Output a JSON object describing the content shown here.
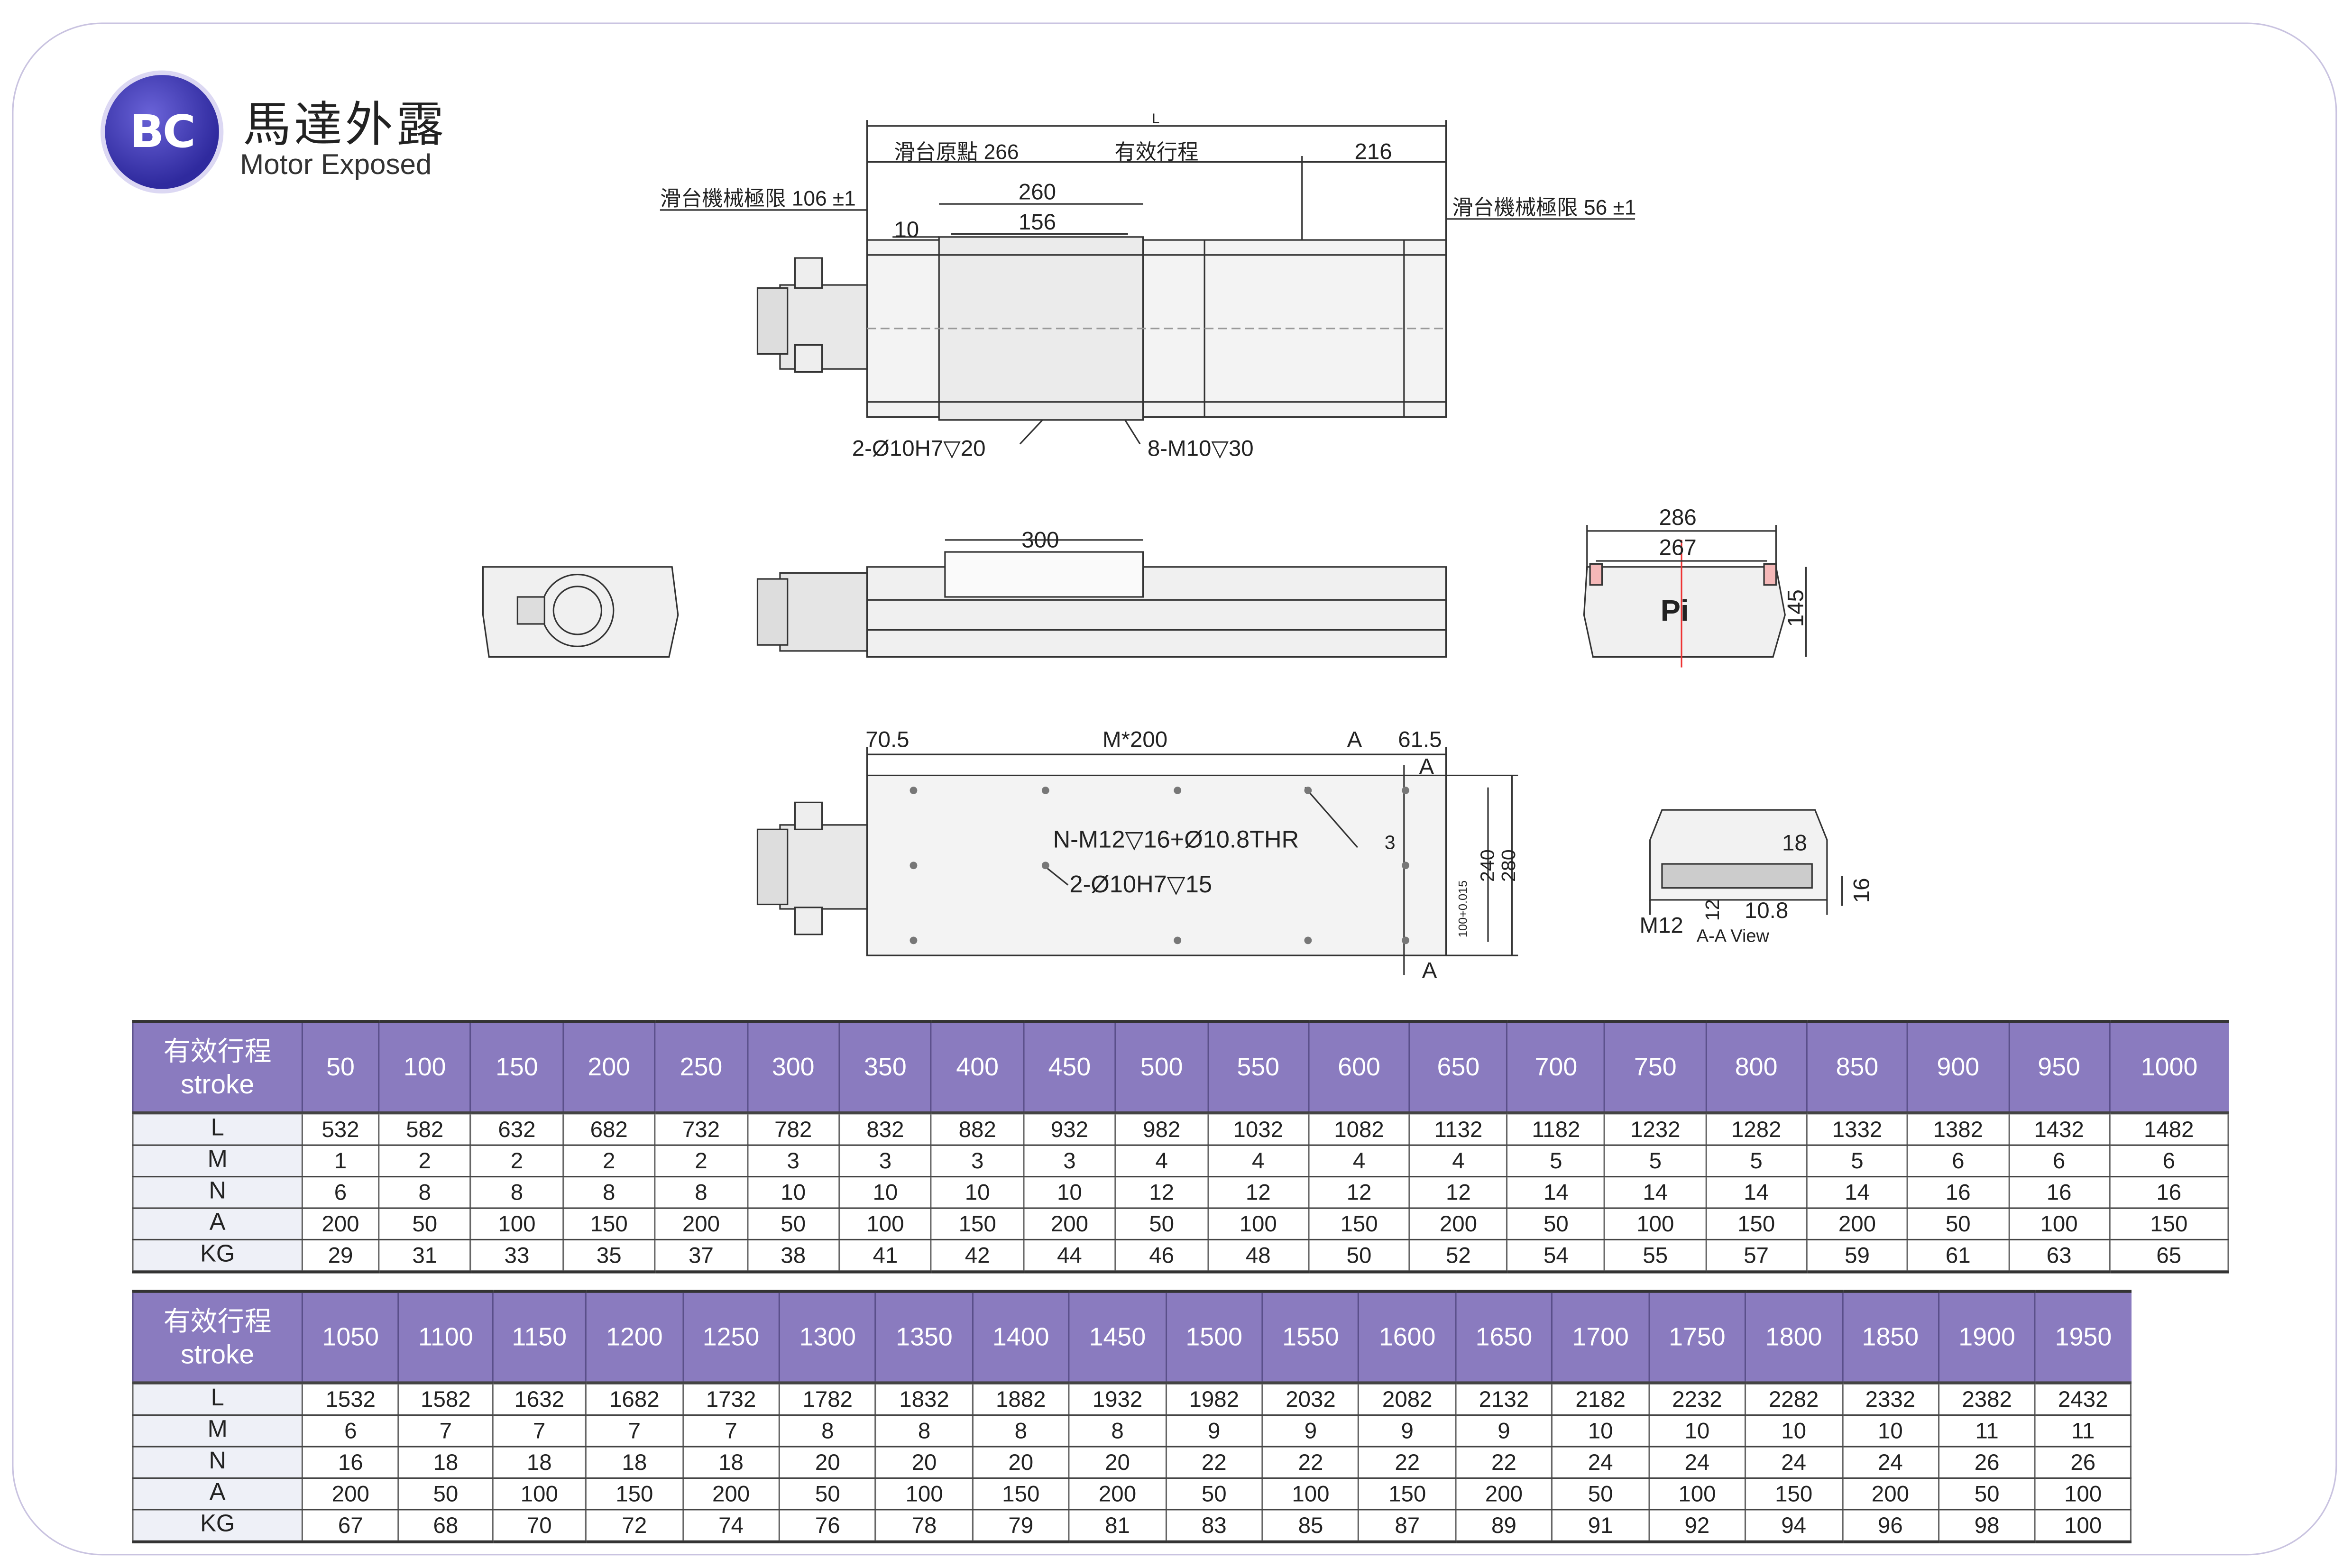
{
  "header": {
    "logo": "BC",
    "title_zh": "馬達外露",
    "title_en": "Motor Exposed"
  },
  "top_view": {
    "L": "L",
    "origin": "滑台原點 266",
    "effective": "有效行程",
    "d216": "216",
    "limit_left": "滑台機械極限 106 ±1",
    "limit_right": "滑台機械極限 56 ±1",
    "d260": "260",
    "d156": "156",
    "d10": "10",
    "pin": "2-Ø10H7▽20",
    "screw": "8-M10▽30"
  },
  "side_view": {
    "d300": "300"
  },
  "end_view": {
    "d286": "286",
    "d267": "267",
    "d145": "145",
    "brand": "Pi"
  },
  "bottom_view": {
    "d70_5": "70.5",
    "m200": "M*200",
    "A_top": "A",
    "d61_5": "61.5",
    "A1": "A",
    "A2": "A",
    "tap": "N-M12▽16+Ø10.8THR",
    "pin": "2-Ø10H7▽15",
    "d3": "3",
    "d240": "240",
    "d280": "280",
    "tol": "100+0.015"
  },
  "section_view": {
    "d18": "18",
    "d16": "16",
    "m12": "M12",
    "d12": "12",
    "d10_8": "10.8",
    "label": "A-A View"
  },
  "tables": [
    {
      "header_zh": "有效行程",
      "header_en": "stroke",
      "strokes": [
        "50",
        "100",
        "150",
        "200",
        "250",
        "300",
        "350",
        "400",
        "450",
        "500",
        "550",
        "600",
        "650",
        "700",
        "750",
        "800",
        "850",
        "900",
        "950",
        "1000"
      ],
      "rows": [
        {
          "label": "L",
          "values": [
            "532",
            "582",
            "632",
            "682",
            "732",
            "782",
            "832",
            "882",
            "932",
            "982",
            "1032",
            "1082",
            "1132",
            "1182",
            "1232",
            "1282",
            "1332",
            "1382",
            "1432",
            "1482"
          ]
        },
        {
          "label": "M",
          "values": [
            "1",
            "2",
            "2",
            "2",
            "2",
            "3",
            "3",
            "3",
            "3",
            "4",
            "4",
            "4",
            "4",
            "5",
            "5",
            "5",
            "5",
            "6",
            "6",
            "6"
          ]
        },
        {
          "label": "N",
          "values": [
            "6",
            "8",
            "8",
            "8",
            "8",
            "10",
            "10",
            "10",
            "10",
            "12",
            "12",
            "12",
            "12",
            "14",
            "14",
            "14",
            "14",
            "16",
            "16",
            "16"
          ]
        },
        {
          "label": "A",
          "values": [
            "200",
            "50",
            "100",
            "150",
            "200",
            "50",
            "100",
            "150",
            "200",
            "50",
            "100",
            "150",
            "200",
            "50",
            "100",
            "150",
            "200",
            "50",
            "100",
            "150"
          ]
        },
        {
          "label": "KG",
          "values": [
            "29",
            "31",
            "33",
            "35",
            "37",
            "38",
            "41",
            "42",
            "44",
            "46",
            "48",
            "50",
            "52",
            "54",
            "55",
            "57",
            "59",
            "61",
            "63",
            "65"
          ]
        }
      ]
    },
    {
      "header_zh": "有效行程",
      "header_en": "stroke",
      "strokes": [
        "1050",
        "1100",
        "1150",
        "1200",
        "1250",
        "1300",
        "1350",
        "1400",
        "1450",
        "1500",
        "1550",
        "1600",
        "1650",
        "1700",
        "1750",
        "1800",
        "1850",
        "1900",
        "1950"
      ],
      "rows": [
        {
          "label": "L",
          "values": [
            "1532",
            "1582",
            "1632",
            "1682",
            "1732",
            "1782",
            "1832",
            "1882",
            "1932",
            "1982",
            "2032",
            "2082",
            "2132",
            "2182",
            "2232",
            "2282",
            "2332",
            "2382",
            "2432"
          ]
        },
        {
          "label": "M",
          "values": [
            "6",
            "7",
            "7",
            "7",
            "7",
            "8",
            "8",
            "8",
            "8",
            "9",
            "9",
            "9",
            "9",
            "10",
            "10",
            "10",
            "10",
            "11",
            "11"
          ]
        },
        {
          "label": "N",
          "values": [
            "16",
            "18",
            "18",
            "18",
            "18",
            "20",
            "20",
            "20",
            "20",
            "22",
            "22",
            "22",
            "22",
            "24",
            "24",
            "24",
            "24",
            "26",
            "26"
          ]
        },
        {
          "label": "A",
          "values": [
            "200",
            "50",
            "100",
            "150",
            "200",
            "50",
            "100",
            "150",
            "200",
            "50",
            "100",
            "150",
            "200",
            "50",
            "100",
            "150",
            "200",
            "50",
            "100"
          ]
        },
        {
          "label": "KG",
          "values": [
            "67",
            "68",
            "70",
            "72",
            "74",
            "76",
            "78",
            "79",
            "81",
            "83",
            "85",
            "87",
            "89",
            "91",
            "92",
            "94",
            "96",
            "98",
            "100"
          ]
        }
      ]
    }
  ],
  "colors": {
    "header": "#8a7bbf",
    "label_col": "#eef0f7",
    "frame": "#c9c3e0"
  }
}
